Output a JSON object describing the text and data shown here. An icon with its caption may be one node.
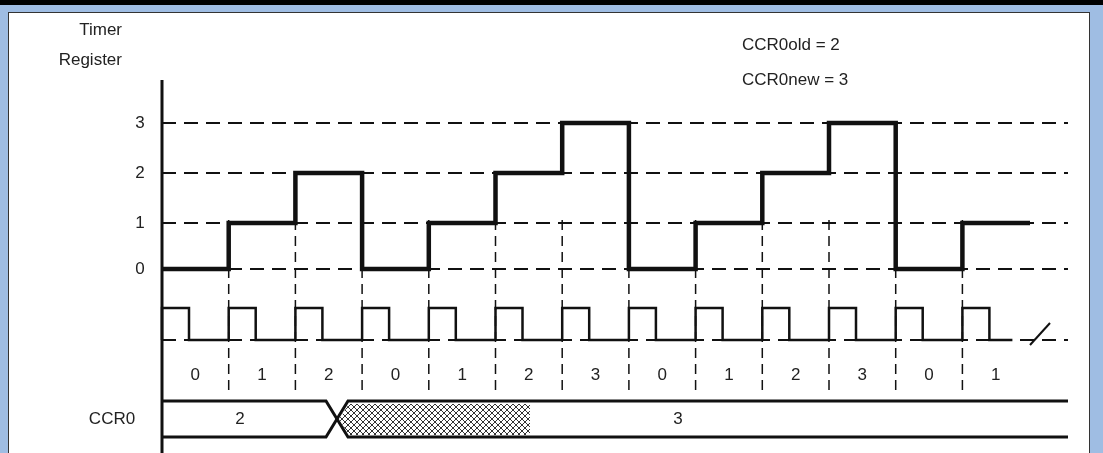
{
  "diagram": {
    "labels": [
      "Timer Register",
      "CCR0old = 2",
      "CCR0new = 3",
      "3",
      "2",
      "1",
      "0",
      "0",
      "1",
      "2",
      "0",
      "1",
      "2",
      "3",
      "0",
      "1",
      "2",
      "3",
      "0",
      "1",
      "CCR0",
      "2",
      "3"
    ]
  }
}
